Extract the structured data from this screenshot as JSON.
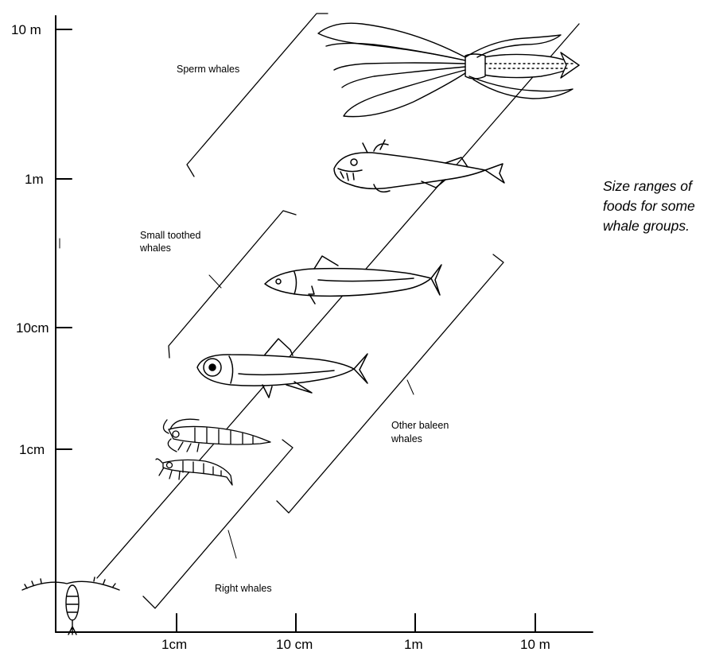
{
  "y_axis": {
    "ticks": [
      "10 m",
      "1m",
      "10cm",
      "1cm"
    ]
  },
  "x_axis": {
    "ticks": [
      "1cm",
      "10 cm",
      "1m",
      "10 m"
    ]
  },
  "groups": {
    "sperm": "Sperm whales",
    "small_toothed_1": "Small toothed",
    "small_toothed_2": "whales",
    "other_baleen_1": "Other baleen",
    "other_baleen_2": "whales",
    "right": "Right whales"
  },
  "caption": {
    "line1": "Size ranges of",
    "line2": "foods for some",
    "line3": "whale groups."
  },
  "organisms": [
    "copepod-icon",
    "krill-icon",
    "lanternfish-icon",
    "mackerel-icon",
    "anglerfish-icon",
    "squid-icon"
  ]
}
